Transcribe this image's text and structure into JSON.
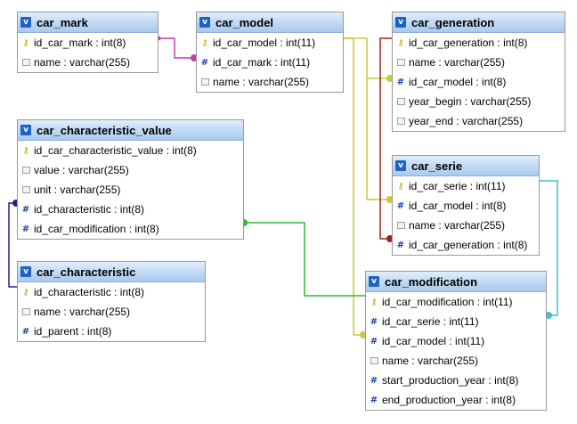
{
  "icons": {
    "table": "v",
    "primary_key": "key-icon",
    "foreign_key": "hash-icon",
    "field": "column-icon"
  },
  "colors": {
    "header": "#c5dcf5",
    "link_magenta": "#c23bb3",
    "link_yellow": "#c9c93a",
    "link_red": "#a02020",
    "link_cyan": "#3fc3c3",
    "link_green": "#2eb82e",
    "link_navy": "#20208a"
  },
  "tables": {
    "car_mark": {
      "name": "car_mark",
      "fields": [
        {
          "label": "id_car_mark : int(8)",
          "type": "key"
        },
        {
          "label": "name : varchar(255)",
          "type": "plain"
        }
      ]
    },
    "car_model": {
      "name": "car_model",
      "fields": [
        {
          "label": "id_car_model : int(11)",
          "type": "key"
        },
        {
          "label": "id_car_mark : int(11)",
          "type": "hash"
        },
        {
          "label": "name : varchar(255)",
          "type": "plain"
        }
      ]
    },
    "car_generation": {
      "name": "car_generation",
      "fields": [
        {
          "label": "id_car_generation : int(8)",
          "type": "key"
        },
        {
          "label": "name : varchar(255)",
          "type": "plain"
        },
        {
          "label": "id_car_model : int(8)",
          "type": "hash"
        },
        {
          "label": "year_begin : varchar(255)",
          "type": "plain"
        },
        {
          "label": "year_end : varchar(255)",
          "type": "plain"
        }
      ]
    },
    "car_characteristic_value": {
      "name": "car_characteristic_value",
      "fields": [
        {
          "label": "id_car_characteristic_value : int(8)",
          "type": "key"
        },
        {
          "label": "value : varchar(255)",
          "type": "plain"
        },
        {
          "label": "unit : varchar(255)",
          "type": "plain"
        },
        {
          "label": "id_characteristic : int(8)",
          "type": "hash"
        },
        {
          "label": "id_car_modification : int(8)",
          "type": "hash"
        }
      ]
    },
    "car_serie": {
      "name": "car_serie",
      "fields": [
        {
          "label": "id_car_serie : int(11)",
          "type": "key"
        },
        {
          "label": "id_car_model : int(8)",
          "type": "hash"
        },
        {
          "label": "name : varchar(255)",
          "type": "plain"
        },
        {
          "label": "id_car_generation : int(8)",
          "type": "hash"
        }
      ]
    },
    "car_characteristic": {
      "name": "car_characteristic",
      "fields": [
        {
          "label": "id_characteristic : int(8)",
          "type": "key"
        },
        {
          "label": "name : varchar(255)",
          "type": "plain"
        },
        {
          "label": "id_parent : int(8)",
          "type": "hash"
        }
      ]
    },
    "car_modification": {
      "name": "car_modification",
      "fields": [
        {
          "label": "id_car_modification : int(11)",
          "type": "key"
        },
        {
          "label": "id_car_serie : int(11)",
          "type": "hash"
        },
        {
          "label": "id_car_model : int(11)",
          "type": "hash"
        },
        {
          "label": "name : varchar(255)",
          "type": "plain"
        },
        {
          "label": "start_production_year : int(8)",
          "type": "hash"
        },
        {
          "label": "end_production_year : int(8)",
          "type": "hash"
        }
      ]
    }
  }
}
